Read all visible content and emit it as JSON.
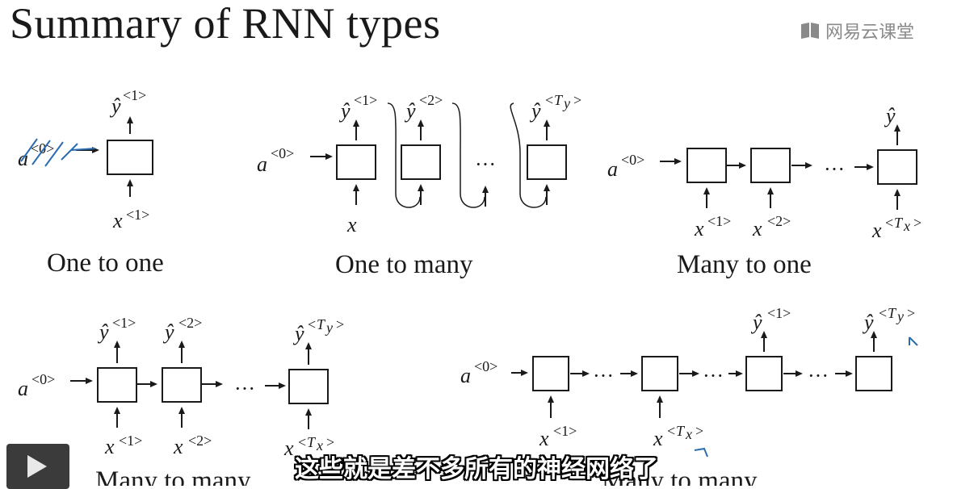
{
  "title": "Summary of RNN types",
  "watermark": {
    "text": "网易云课堂"
  },
  "subtitle": "这些就是差不多所有的神经网络了",
  "labels": {
    "ain": "a",
    "ain_sup": "<0>",
    "y": "y",
    "yhat": "ŷ",
    "x": "x",
    "s1": "<1>",
    "s2": "<2>",
    "sTy_open": "<",
    "sTy_T": "T",
    "sTy_y": "y",
    "sTy_close": ">",
    "sTx_x": "x",
    "dots": "···"
  },
  "captions": {
    "one_to_one": "One to one",
    "one_to_many": "One to many",
    "many_to_one": "Many to one",
    "many_to_many_left": "Many to many",
    "many_to_many_right": "Many to many"
  },
  "colors": {
    "ink": "#1a1a1a",
    "annotation": "#2b6cb0",
    "watermark": "#8a8a8a"
  },
  "icons": {
    "play": "play-icon",
    "logo": "book-logo-icon"
  }
}
